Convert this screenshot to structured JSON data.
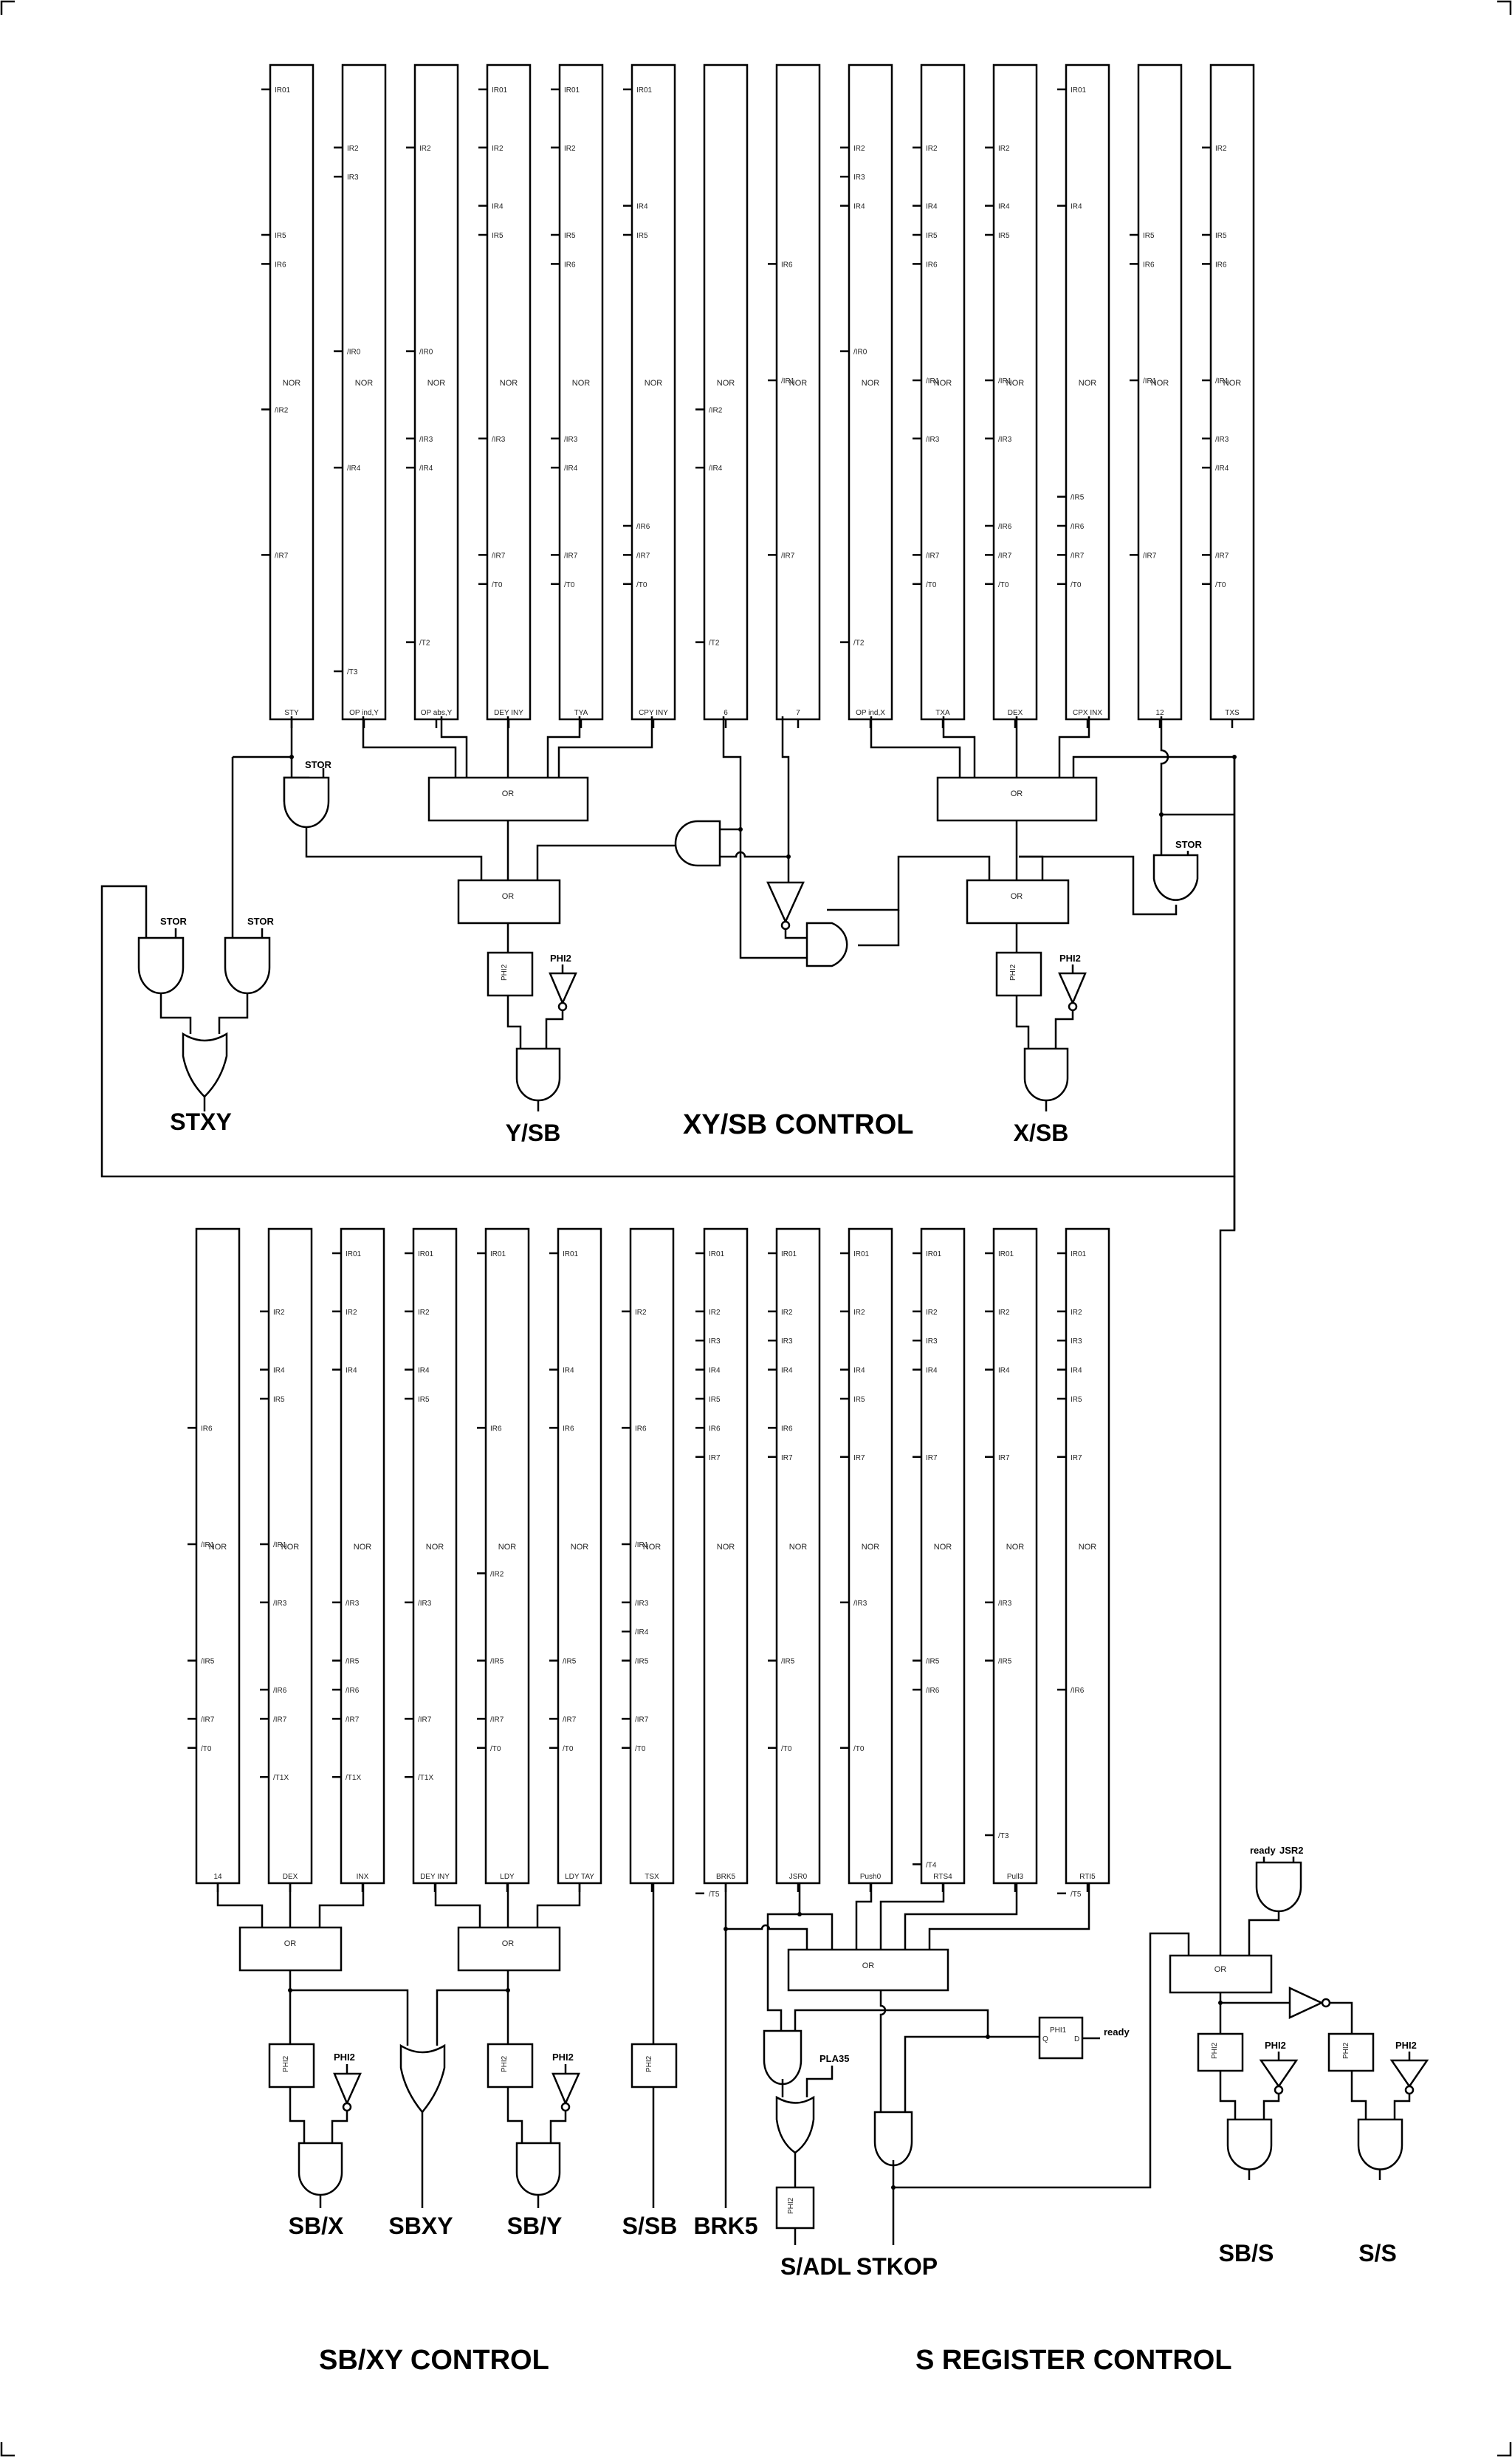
{
  "diagram": {
    "xy_sb": {
      "title": "XY/SB CONTROL",
      "columns": [
        {
          "name": "STY",
          "pins": [
            "IR01",
            "IR5",
            "IR6",
            "/IR2",
            "/IR7"
          ]
        },
        {
          "name": "OP ind,Y",
          "pins": [
            "IR2",
            "IR3",
            "/IR0",
            "/IR4",
            "/T3"
          ]
        },
        {
          "name": "OP abs,Y",
          "pins": [
            "IR2",
            "/IR0",
            "/IR3",
            "/IR4",
            "/T2"
          ]
        },
        {
          "name": "DEY INY",
          "pins": [
            "IR01",
            "IR2",
            "IR4",
            "IR5",
            "/IR3",
            "/IR7",
            "/T0"
          ]
        },
        {
          "name": "TYA",
          "pins": [
            "IR01",
            "IR2",
            "IR5",
            "IR6",
            "/IR3",
            "/IR4",
            "/IR7",
            "/T0"
          ]
        },
        {
          "name": "CPY INY",
          "pins": [
            "IR01",
            "IR4",
            "IR5",
            "/IR6",
            "/IR7",
            "/T0"
          ]
        },
        {
          "name": "6",
          "pins": [
            "/IR2",
            "/IR4",
            "/T2"
          ]
        },
        {
          "name": "7",
          "pins": [
            "IR6",
            "/IR1",
            "/IR7"
          ]
        },
        {
          "name": "OP ind,X",
          "pins": [
            "IR2",
            "IR3",
            "IR4",
            "/IR0",
            "/T2"
          ]
        },
        {
          "name": "TXA",
          "pins": [
            "IR2",
            "IR4",
            "IR5",
            "IR6",
            "/IR1",
            "/IR3",
            "/IR7",
            "/T0"
          ]
        },
        {
          "name": "DEX",
          "pins": [
            "IR2",
            "IR4",
            "IR5",
            "/IR1",
            "/IR3",
            "/IR6",
            "/IR7",
            "/T0"
          ]
        },
        {
          "name": "CPX INX",
          "pins": [
            "IR01",
            "IR4",
            "/IR5",
            "/IR6",
            "/IR7",
            "/T0"
          ]
        },
        {
          "name": "12",
          "pins": [
            "IR5",
            "IR6",
            "/IR1",
            "/IR7"
          ]
        },
        {
          "name": "TXS",
          "pins": [
            "IR2",
            "IR5",
            "IR6",
            "/IR1",
            "/IR3",
            "/IR4",
            "/IR7",
            "/T0"
          ]
        }
      ],
      "gate_label": "NOR",
      "or_label": "OR",
      "stor_label": "STOR",
      "phi2_label": "PHI2",
      "ff_clock": "PHI2",
      "ff_d": "D",
      "ff_q": "Q",
      "outputs": {
        "stxy": "STXY",
        "ysb": "Y/SB",
        "xsb": "X/SB"
      }
    },
    "sb_xy": {
      "title": "SB/XY CONTROL",
      "columns": [
        {
          "name": "14",
          "pins": [
            "IR6",
            "/IR1",
            "/IR5",
            "/IR7",
            "/T0"
          ]
        },
        {
          "name": "DEX",
          "pins": [
            "IR2",
            "IR4",
            "IR5",
            "/IR1",
            "/IR3",
            "/IR6",
            "/IR7",
            "/T1X"
          ]
        },
        {
          "name": "INX",
          "pins": [
            "IR01",
            "IR2",
            "IR4",
            "/IR3",
            "/IR5",
            "/IR6",
            "/IR7",
            "/T1X"
          ]
        },
        {
          "name": "DEY INY",
          "pins": [
            "IR01",
            "IR2",
            "IR4",
            "IR5",
            "/IR3",
            "/IR7",
            "/T1X"
          ]
        },
        {
          "name": "LDY",
          "pins": [
            "IR01",
            "IR6",
            "/IR2",
            "/IR5",
            "/IR7",
            "/T0"
          ]
        },
        {
          "name": "LDY TAY",
          "pins": [
            "IR01",
            "IR4",
            "IR6",
            "/IR5",
            "/IR7",
            "/T0"
          ]
        },
        {
          "name": "TSX",
          "pins": [
            "IR2",
            "IR6",
            "/IR1",
            "/IR3",
            "/IR4",
            "/IR5",
            "/IR7",
            "/T0"
          ]
        }
      ],
      "outputs": {
        "sbx": "SB/X",
        "sbxy": "SBXY",
        "sby": "SB/Y",
        "ssb": "S/SB"
      }
    },
    "s_reg": {
      "title": "S REGISTER CONTROL",
      "columns": [
        {
          "name": "BRK5",
          "pins": [
            "IR01",
            "IR2",
            "IR3",
            "IR4",
            "IR5",
            "IR6",
            "IR7",
            "/T5"
          ]
        },
        {
          "name": "JSR0",
          "pins": [
            "IR01",
            "IR2",
            "IR3",
            "IR4",
            "IR6",
            "IR7",
            "/IR5",
            "/T0"
          ]
        },
        {
          "name": "Push0",
          "pins": [
            "IR01",
            "IR2",
            "IR4",
            "IR5",
            "IR7",
            "/IR3",
            "/T0"
          ]
        },
        {
          "name": "RTS4",
          "pins": [
            "IR01",
            "IR2",
            "IR3",
            "IR4",
            "IR7",
            "/IR5",
            "/IR6",
            "/T4"
          ]
        },
        {
          "name": "Pull3",
          "pins": [
            "IR01",
            "IR2",
            "IR4",
            "IR7",
            "/IR3",
            "/IR5",
            "/T3"
          ]
        },
        {
          "name": "RTI5",
          "pins": [
            "IR01",
            "IR2",
            "IR3",
            "IR4",
            "IR5",
            "IR7",
            "/IR6",
            "/T5"
          ]
        }
      ],
      "pla35_label": "PLA35",
      "phi1_label": "PHI1",
      "ready_label": "ready",
      "jsr2_label": "JSR2",
      "outputs": {
        "brk5": "BRK5",
        "sadl": "S/ADL",
        "stkop": "STKOP",
        "sbs": "SB/S",
        "ss": "S/S"
      }
    }
  }
}
